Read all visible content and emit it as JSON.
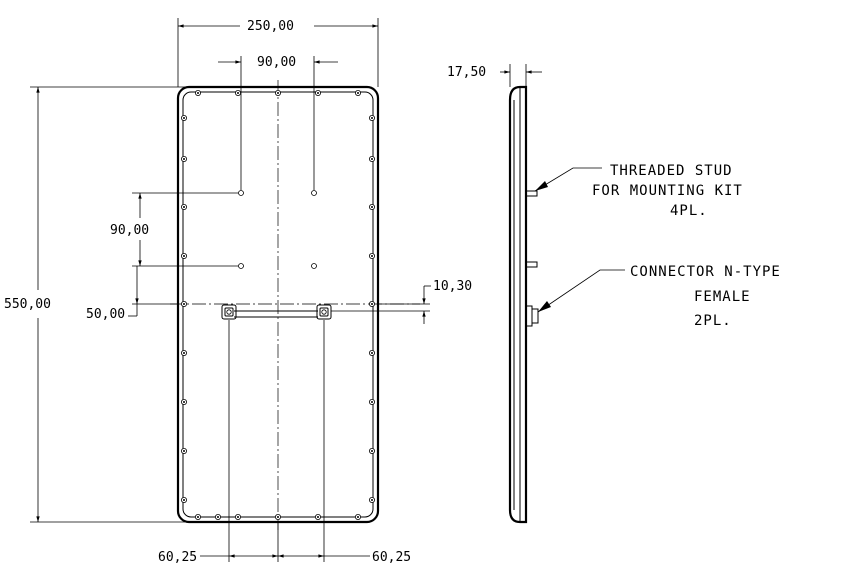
{
  "dimensions": {
    "overall_width": "250,00",
    "stud_spacing_h": "90,00",
    "stud_spacing_v": "90,00",
    "overall_height": "550,00",
    "stud_from_center": "50,00",
    "connector_offset": "10,30",
    "connector_left": "60,25",
    "connector_right": "60,25",
    "thickness": "17,50"
  },
  "callouts": {
    "stud_line1": "THREADED STUD",
    "stud_line2": "FOR MOUNTING KIT",
    "stud_line3": "4PL.",
    "connector_line1": "CONNECTOR N-TYPE",
    "connector_line2": "FEMALE",
    "connector_line3": "2PL."
  }
}
